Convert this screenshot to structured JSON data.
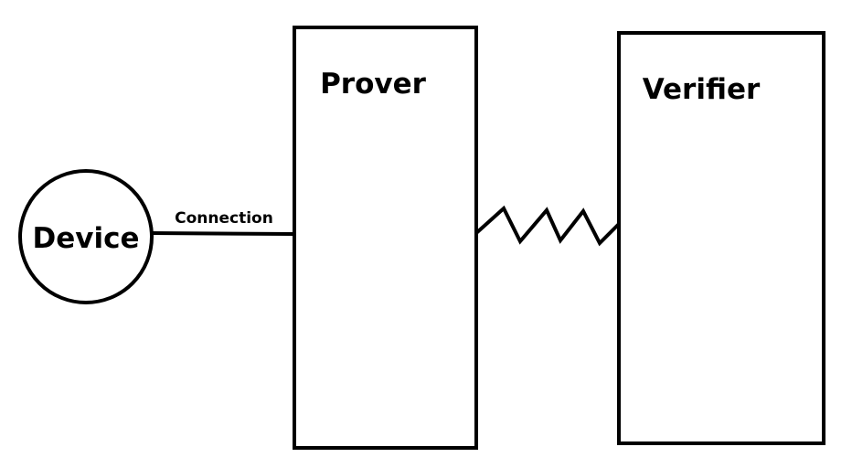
{
  "nodes": {
    "device": {
      "label": "Device",
      "shape": "circle"
    },
    "prover": {
      "label": "Prover",
      "shape": "rectangle"
    },
    "verifier": {
      "label": "Verifier",
      "shape": "rectangle"
    }
  },
  "edges": [
    {
      "from": "device",
      "to": "prover",
      "label": "Connection",
      "style": "straight-line"
    },
    {
      "from": "prover",
      "to": "verifier",
      "label": "",
      "style": "zigzag-line"
    }
  ],
  "colors": {
    "stroke": "#000000",
    "background": "#ffffff",
    "text": "#000000"
  }
}
